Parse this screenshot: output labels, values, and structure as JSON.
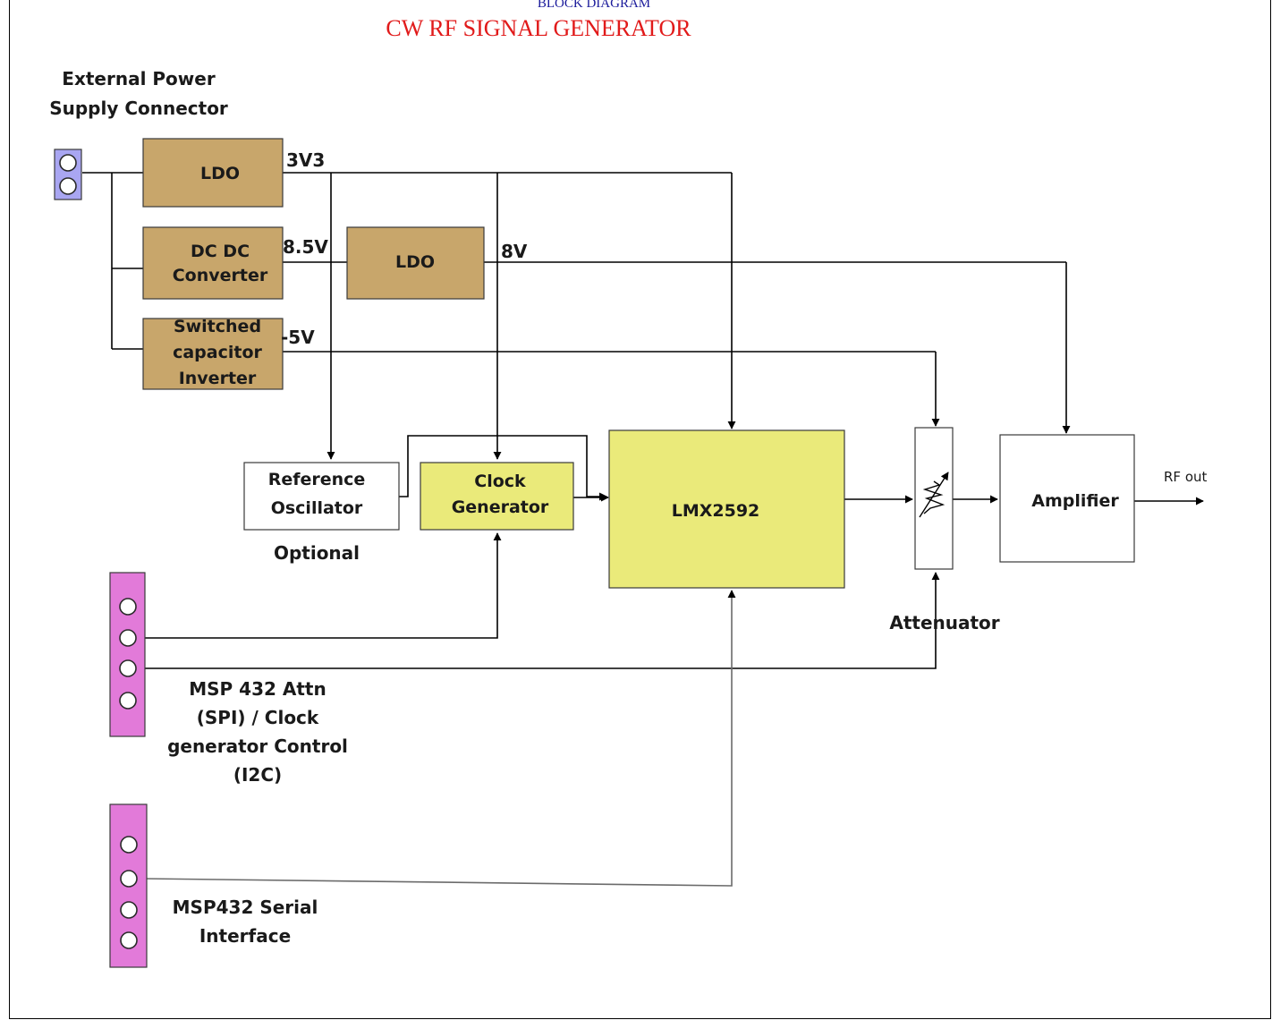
{
  "header": {
    "top_label": "BLOCK DIAGRAM",
    "title": "CW RF SIGNAL GENERATOR"
  },
  "colors": {
    "title": "#e11a1a",
    "top_label": "#1b1b9b",
    "power_block": "#c8a66b",
    "core_block": "#eaea7a",
    "connector_pink": "#e27ad9",
    "connector_power": "#a9a6f2"
  },
  "labels": {
    "ext_power_line1": "External Power",
    "ext_power_line2": "Supply Connector",
    "v3v3": "3V3",
    "v8_5": "8.5V",
    "v8": "8V",
    "vneg5": "-5V",
    "optional": "Optional",
    "attenuator": "Attenuator",
    "rf_out": "RF out",
    "msp_attn_line1": "MSP 432 Attn",
    "msp_attn_line2": "(SPI) / Clock",
    "msp_attn_line3": "generator Control",
    "msp_attn_line4": "(I2C)",
    "msp_serial_line1": "MSP432 Serial",
    "msp_serial_line2": "Interface"
  },
  "blocks": {
    "ldo1": "LDO",
    "dcdc_line1": "DC DC",
    "dcdc_line2": "Converter",
    "ldo2": "LDO",
    "sci_line1": "Switched",
    "sci_line2": "capacitor",
    "sci_line3": "Inverter",
    "ref_osc_line1": "Reference",
    "ref_osc_line2": "Oscillator",
    "clk_gen_line1": "Clock",
    "clk_gen_line2": "Generator",
    "lmx": "LMX2592",
    "amplifier": "Amplifier"
  }
}
